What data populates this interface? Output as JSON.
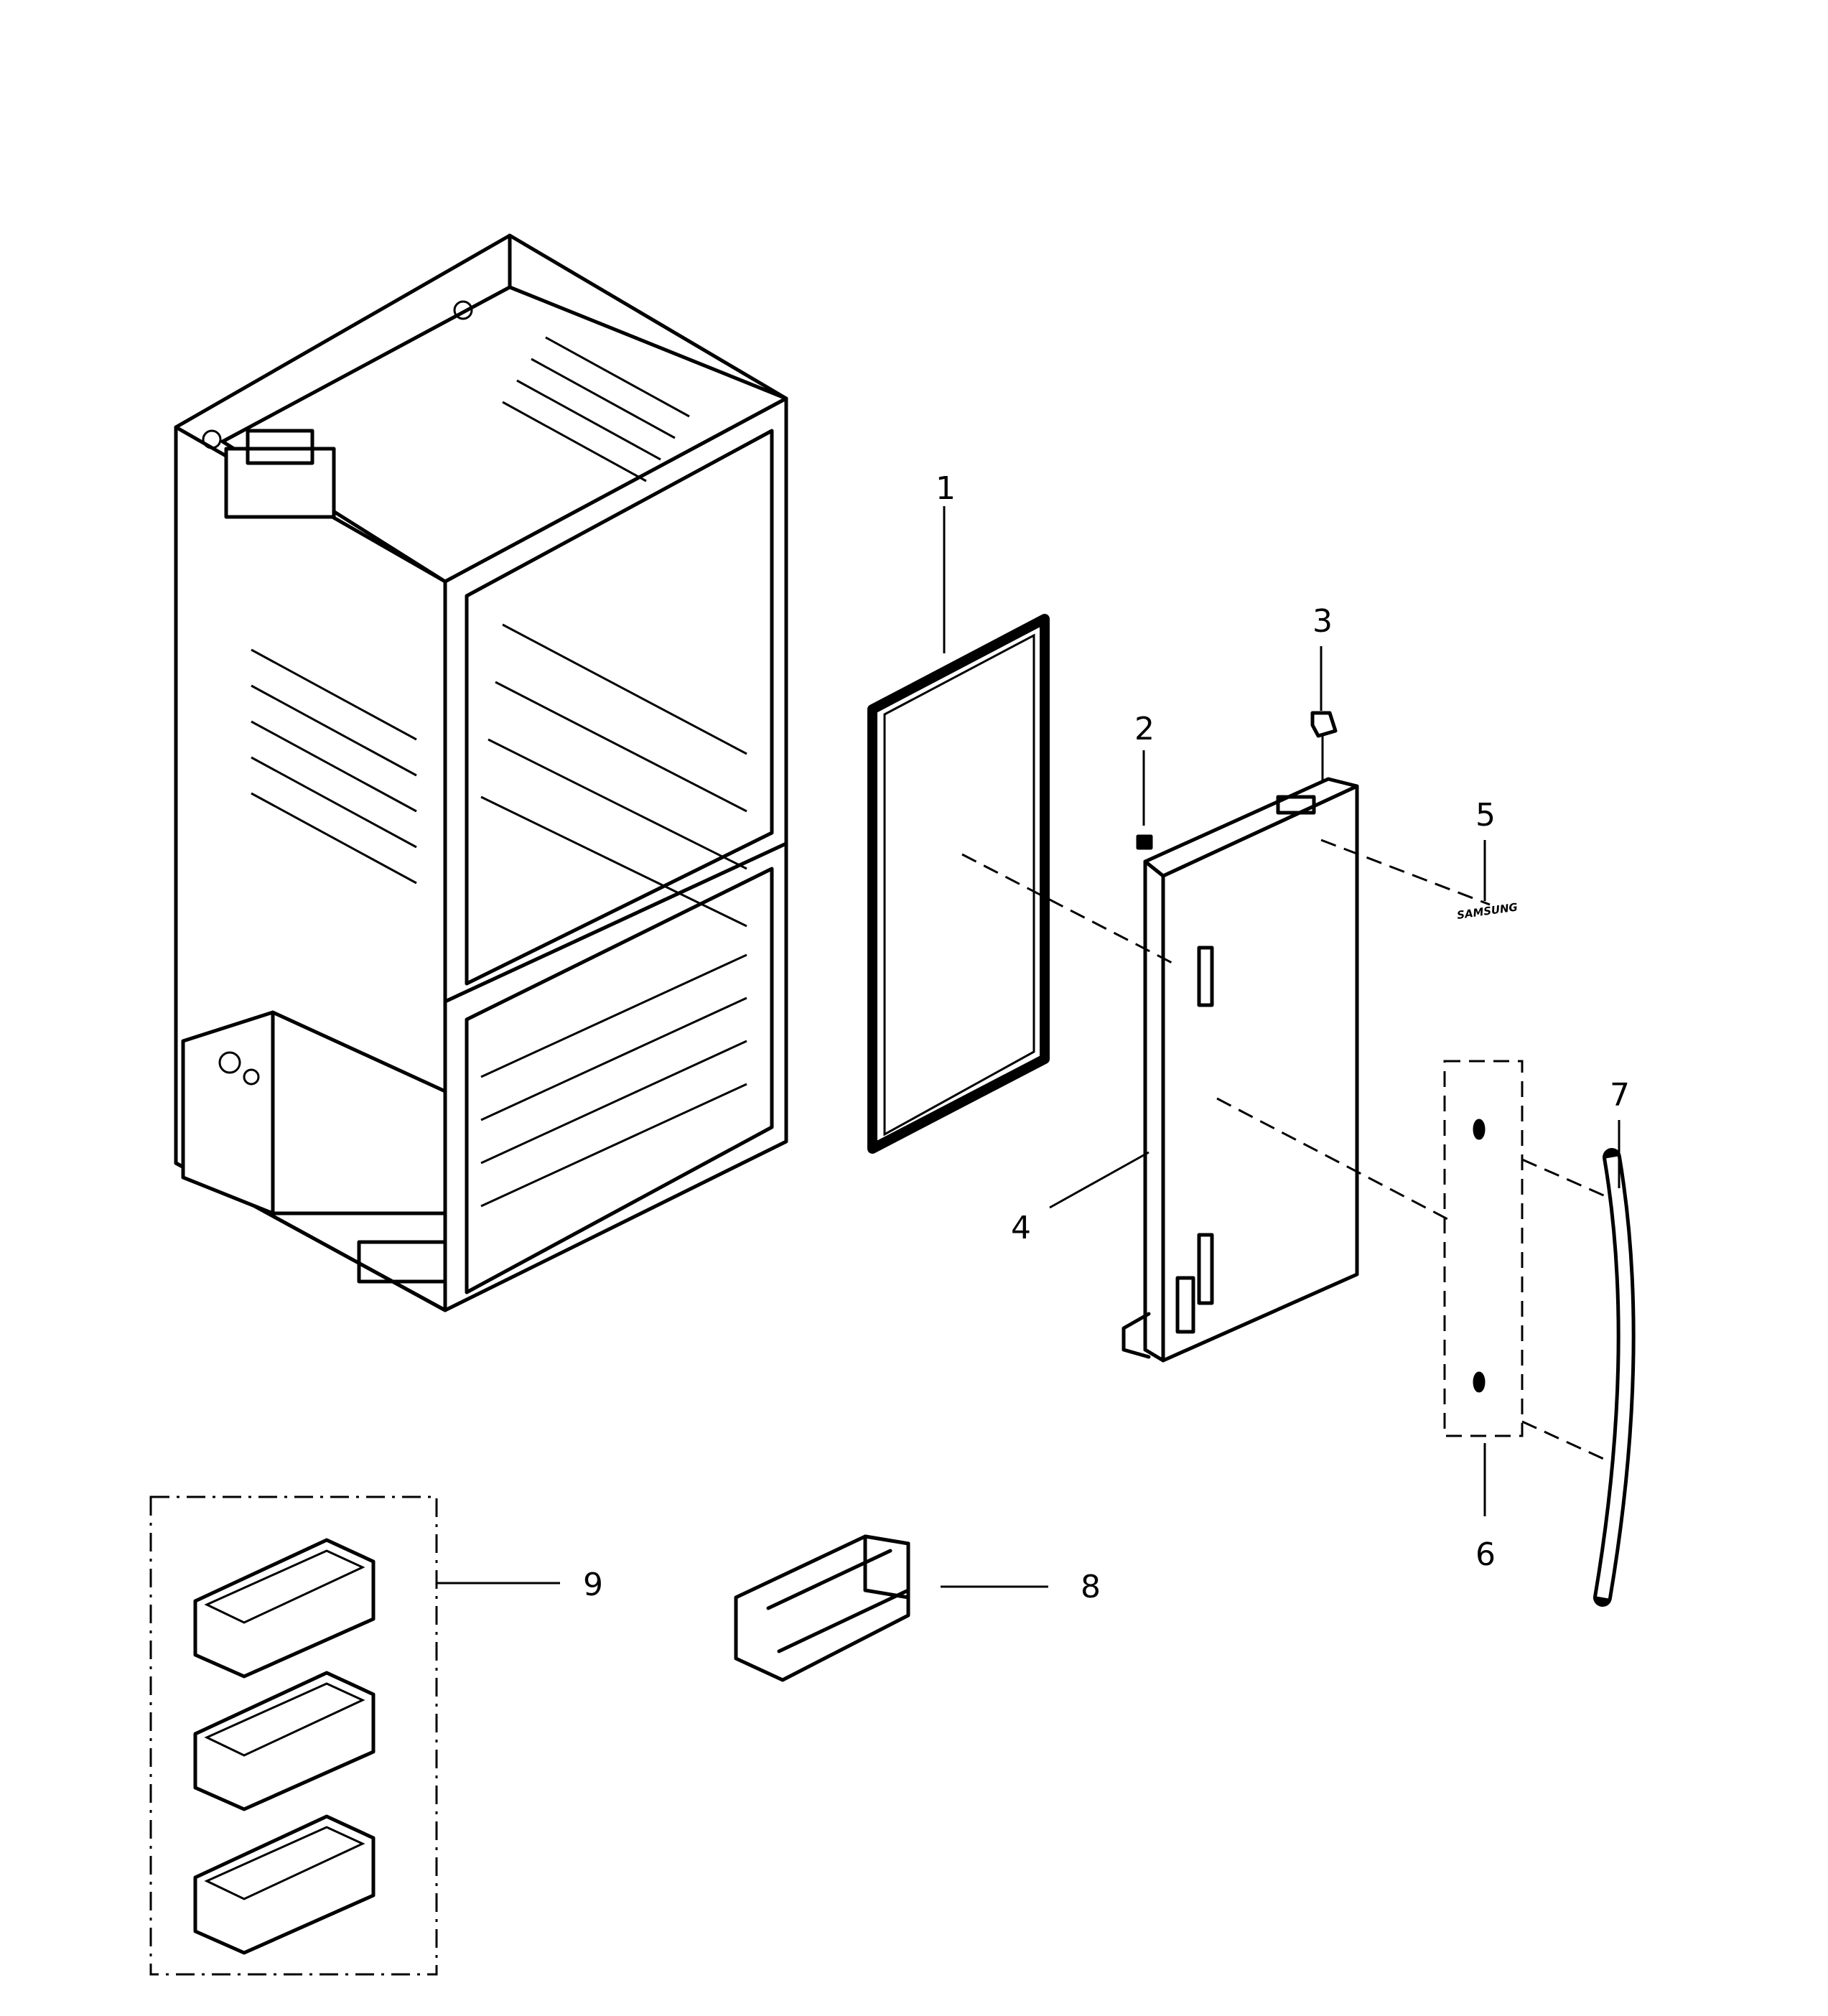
{
  "callouts": {
    "c1": "1",
    "c2": "2",
    "c3": "3",
    "c4": "4",
    "c5": "5",
    "c6": "6",
    "c7": "7",
    "c8": "8",
    "c9": "9"
  },
  "emblem": {
    "text": "SAMSUNG"
  },
  "colors": {
    "ink": "#000000",
    "paper": "#ffffff"
  }
}
